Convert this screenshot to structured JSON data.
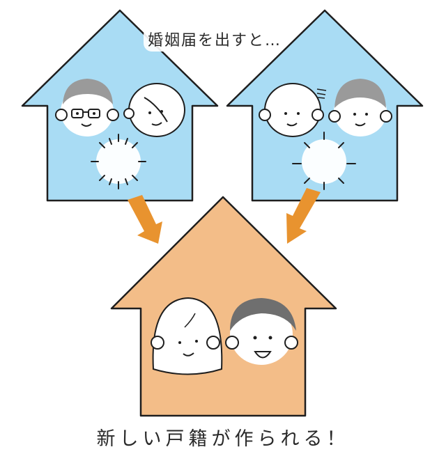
{
  "captions": {
    "top": "婚姻届を出すと…",
    "bottom": "新しい戸籍が作られる！"
  },
  "colors": {
    "blue_house": "#a9dcf4",
    "orange_house": "#f3bd88",
    "arrow": "#e8932f",
    "outline": "#1e1e1e",
    "hair_gray": "#9a9a9a",
    "face": "#ffffff"
  },
  "illustration": {
    "left_house": {
      "label": "bride-family-house",
      "members": [
        "father-with-glasses",
        "mother"
      ]
    },
    "right_house": {
      "label": "groom-family-house",
      "members": [
        "bald-father",
        "mother"
      ]
    },
    "new_house": {
      "label": "new-family-register-house",
      "members": [
        "bride",
        "groom"
      ]
    }
  }
}
